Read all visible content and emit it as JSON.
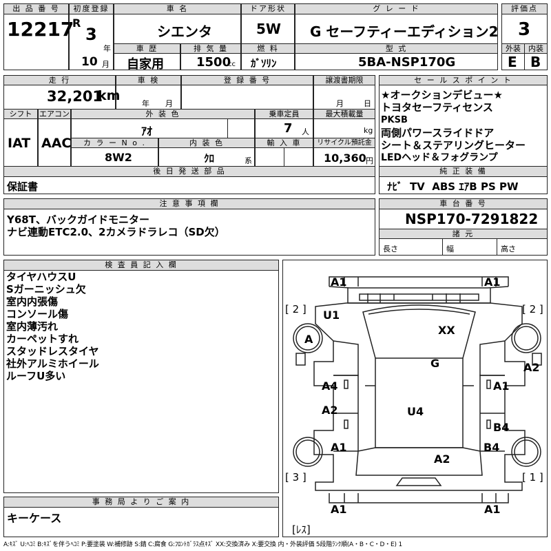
{
  "header": {
    "lot_label": "出 品 番 号",
    "lot_value": "12217",
    "first_reg_label": "初度登録",
    "era": "R",
    "year": "3",
    "year_unit": "年",
    "month": "10",
    "month_unit": "月",
    "name_label": "車 名",
    "name_value": "シエンタ",
    "door_label": "ドア形状",
    "door_value": "5W",
    "grade_label": "グ レ ー ド",
    "grade_value": "G セーフティーエディション2",
    "score_label": "評価点",
    "score_value": "3",
    "history_label": "車 歴",
    "history_value": "自家用",
    "displacement_label": "排 気 量",
    "displacement_value": "1500",
    "displacement_unit": "cc",
    "fuel_label": "燃 料",
    "fuel_value": "ｶﾞｿﾘﾝ",
    "model_label": "型 式",
    "model_value": "5BA-NSP170G",
    "exterior_label": "外装",
    "exterior_value": "E",
    "interior_label": "内装",
    "interior_value": "B"
  },
  "specs": {
    "mileage_label": "走 行",
    "mileage_value": "32,201",
    "mileage_unit": "km",
    "inspection_label": "車 検",
    "inspection_year": "年",
    "inspection_month": "月",
    "reg_label": "登 録 番 号",
    "transfer_label": "譲渡書期限",
    "transfer_month": "月",
    "transfer_day": "日",
    "shift_label": "シフト",
    "shift_value": "IAT",
    "ac_label": "エアコン",
    "ac_value": "AAC",
    "color_label": "外 装 色",
    "color_value": "ｱｵ",
    "capacity_label": "乗車定員",
    "capacity_value": "7",
    "capacity_unit": "人",
    "load_label": "最大積載量",
    "load_unit": "kg",
    "color_no_label": "カ ラ ー N o .",
    "color_no_value": "8W2",
    "int_color_label": "内 装 色",
    "int_color_value": "ｸﾛ",
    "int_color_unit": "系",
    "import_label": "輸 入 車",
    "recycle_label": "リサイクル預託金",
    "recycle_value": "10,360",
    "recycle_unit": "円",
    "later_label": "後 日 発 送 部 品",
    "later_value": "保証書"
  },
  "sales": {
    "label": "セ ー ル ス ポ イ ン ト",
    "items": [
      "★オークションデビュー★",
      "トヨタセーフティセンス",
      "PKSB",
      "両側パワースライドドア",
      "シート＆ステアリングヒーター",
      "LEDヘッド＆フォグランプ"
    ],
    "equip_label": "純 正 装 備",
    "equip_value": "ﾅﾋﾞ  TV  ABS ｴｱB PS PW"
  },
  "notes": {
    "label": "注 意 事 項 欄",
    "lines": [
      "Y68T、バックガイドモニター",
      "ナビ連動ETC2.0、2カメラドラレコ（SD欠）"
    ]
  },
  "chassis": {
    "label": "車 台 番 号",
    "value": "NSP170-7291822",
    "dims_label": "諸 元",
    "length": "長さ",
    "width": "幅",
    "height": "高さ"
  },
  "inspector": {
    "label": "検 査 員 記 入 欄",
    "lines": [
      "タイヤハウスU",
      "Sガーニッシュ欠",
      "室内内張傷",
      "コンソール傷",
      "室内薄汚れ",
      "カーペットすれ",
      "スタッドレスタイヤ",
      "社外アルミホイール",
      "ルーフU多い"
    ]
  },
  "office": {
    "label": "事 務 局 よ り ご 案 内",
    "value": "キーケース"
  },
  "diagram": {
    "marks": [
      "A1",
      "A1",
      "U1",
      "A",
      "XX",
      "G",
      "A2",
      "A4",
      "A1",
      "A2",
      "U4",
      "B4",
      "A1",
      "B4",
      "A2",
      "A1",
      "A1"
    ],
    "brackets": [
      "[ 2 ]",
      "[ 2 ]",
      "[ 3 ]",
      "[ 1 ]",
      "[ﾚｽ]"
    ]
  },
  "legend": "A:ｷｽﾞ U:ﾍｺﾐ B:ｷｽﾞを伴うﾍｺﾐ P:要塗装 W:補修跡 S:錆 C:腐食 G:ﾌﾛﾝﾄｶﾞﾗｽ点ｷｽﾞ XX:交換済み X:要交換  内・外装評価  5段階ﾗﾝｸ順(A・B・C・D・E) 1"
}
